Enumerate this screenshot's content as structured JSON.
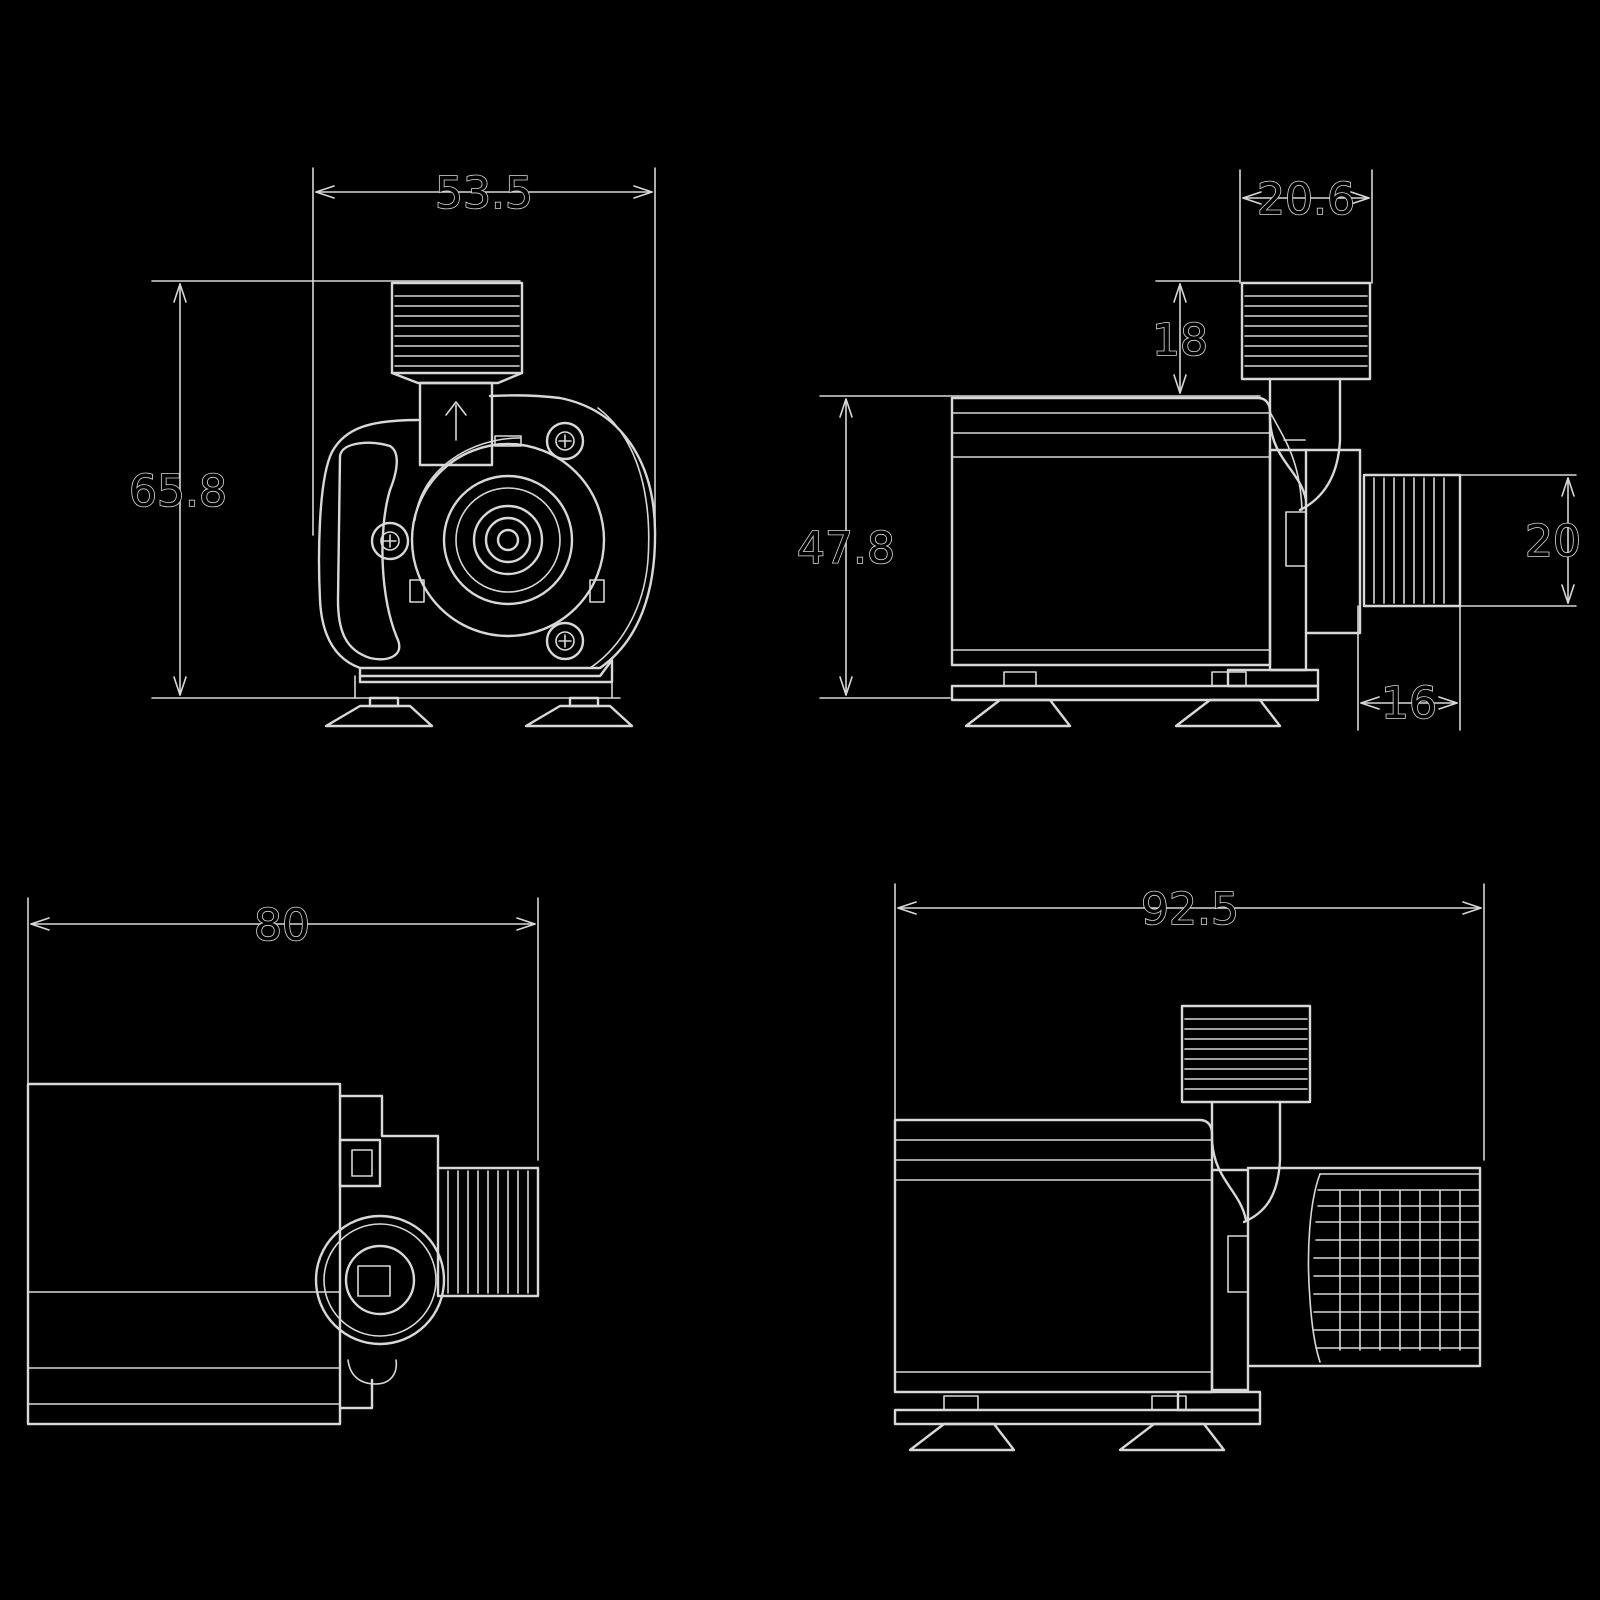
{
  "colors": {
    "background": "#000000",
    "line": "#d8d8d8"
  },
  "views": {
    "front": {
      "width_label": "53.5",
      "height_label": "65.8"
    },
    "side": {
      "outlet_width_label": "20.6",
      "outlet_height_label": "18",
      "body_height_label": "47.8",
      "inlet_diameter_label": "20",
      "inlet_length_label": "16"
    },
    "top": {
      "length_label": "80"
    },
    "side_filter": {
      "overall_length_label": "92.5"
    }
  }
}
